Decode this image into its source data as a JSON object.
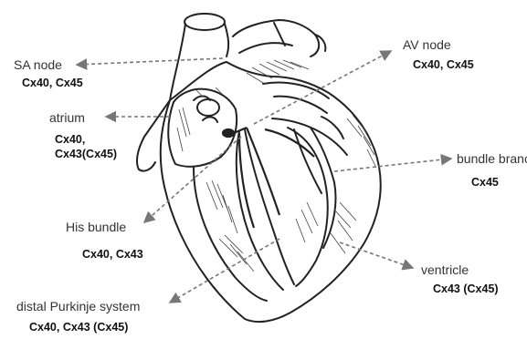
{
  "labels": {
    "sa_node": {
      "name": "SA node",
      "connexins": "Cx40, Cx45"
    },
    "atrium": {
      "name": "atrium",
      "connexins": "Cx40,\nCx43(Cx45)"
    },
    "his_bundle": {
      "name": "His bundle",
      "connexins": "Cx40, Cx43"
    },
    "distal_purkinje": {
      "name": "distal Purkinje system",
      "connexins": "Cx40, Cx43 (Cx45)"
    },
    "av_node": {
      "name": "AV node",
      "connexins": "Cx40, Cx45"
    },
    "bundle_branch": {
      "name": "bundle branch",
      "connexins": "Cx45"
    },
    "ventricle": {
      "name": "ventricle",
      "connexins": "Cx43 (Cx45)"
    }
  },
  "colors": {
    "line_art": "#222222",
    "leader": "#777777",
    "label_text": "#333333",
    "connexin_text": "#111111"
  }
}
